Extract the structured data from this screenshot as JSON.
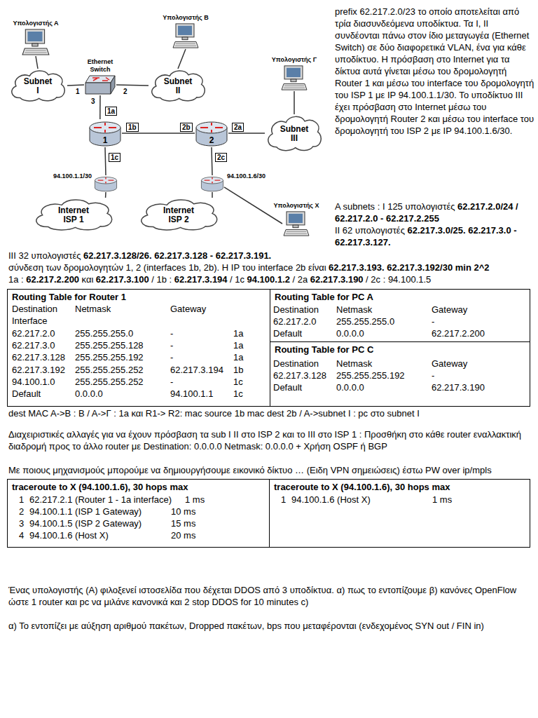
{
  "diagram": {
    "nodes": [
      {
        "text": [
          "Υπολογιστής Α"
        ]
      },
      {
        "text": [
          "Υπολογιστής Β"
        ]
      },
      {
        "text": [
          "Ethernet Switch"
        ]
      },
      {
        "text": [
          "Subnet I"
        ]
      },
      {
        "text": [
          "Subnet II"
        ]
      },
      {
        "text": [
          "Υπολογιστής Γ"
        ]
      },
      {
        "text": [
          "1"
        ]
      },
      {
        "text": [
          "2"
        ]
      },
      {
        "text": [
          "Subnet III"
        ]
      },
      {
        "text": [
          "94.100.1.1/30"
        ]
      },
      {
        "text": [
          "94.100.1.6/30"
        ]
      },
      {
        "text": [
          "Internet ISP 1"
        ]
      },
      {
        "text": [
          "Internet ISP 2"
        ]
      },
      {
        "text": [
          "Υπολογιστής Χ"
        ]
      },
      {
        "text": [
          "Routing Table for Router 1"
        ]
      },
      {
        "text": [
          "Routing Table for PC A"
        ]
      },
      {
        "text": [
          "Routing Table for PC C"
        ]
      },
      {
        "text": [
          "traceroute to X (94.100.1.6), 30 hops max"
        ]
      },
      {
        "text": [
          "traceroute to X (94.100.1.6), 30 hops max"
        ]
      }
    ],
    "edges": [
      {
        "from": 0,
        "to": 3,
        "arrow": "none"
      },
      {
        "from": 1,
        "to": 4,
        "arrow": "none"
      },
      {
        "from": 5,
        "to": 8,
        "arrow": "none"
      },
      {
        "from": 3,
        "to": 2,
        "arrow": "none"
      },
      {
        "from": 2,
        "to": 4,
        "arrow": "none"
      },
      {
        "from": 2,
        "to": 6,
        "arrow": "none"
      },
      {
        "from": 6,
        "to": 7,
        "arrow": "none"
      },
      {
        "from": 7,
        "to": 8,
        "arrow": "none"
      },
      {
        "from": 6,
        "to": 9,
        "arrow": "none"
      },
      {
        "from": 7,
        "to": 10,
        "arrow": "none"
      },
      {
        "from": 9,
        "to": 11,
        "arrow": "none"
      },
      {
        "from": 10,
        "to": 12,
        "arrow": "none"
      },
      {
        "from": 10,
        "to": 13,
        "arrow": "none"
      }
    ],
    "labels": [
      "1",
      "2",
      "3",
      "1a",
      "1b",
      "1c",
      "2b",
      "2a",
      "2c",
      "prefix 62.217.2.0/23 το οποίο αποτελείται από τρία διασυνδεόμενα υποδίκτυα. Τα I, II συνδέονται πάνω στον ίδιο μεταγωγέα (Ethernet Switch) σε δύο διαφορετικά VLAN, ένα για κάθε υποδίκτυο. Η πρόσβαση στο Internet για τα δίκτυα αυτά γίνεται μέσω του δρομολογητή",
      "Router 1 και μέσω του interface του δρομολογητή του ISP 1 με IP 94.100.1.1/30. Το υποδίκτυο III έχει πρόσβαση στο Internet μέσω του δρομολογητή Router 2 και μέσω του interface του δρομολογητή του ISP 2 με IP 94.100.1.6/30.",
      "A subnets : I 125 υπολογιστές",
      "62.217.2.0/24 / 62.217.2.0 - 62.217.2.255",
      "II 62 υπολογιστές",
      "62.217.3.0/25. 62.217.3.0 - 62.217.3.127.",
      "III 32 υπολογιστές",
      "62.217.3.128/26. 62.217.3.128 - 62.217.3.191.",
      "σύνδεση των δρομολογητών 1, 2 (interfaces 1b, 2b). Η IP του interface 2b είναι",
      "62.217.3.193. 62.217.3.192/30 min 2^2",
      "1a :",
      "62.217.2.200",
      "και",
      "62.217.3.100",
      "/ 1b :",
      "62.217.3.194",
      "/ 1c",
      "94.100.1.2",
      "/ 2a",
      "62.217.3.190",
      "/ 2c : 94.100.1.5",
      "Destination",
      "Netmask",
      "Gateway",
      "Interface",
      "62.217.2.0",
      "255.255.255.0",
      "-",
      "1a",
      "62.217.3.0",
      "255.255.255.128",
      "-",
      "1a",
      "62.217.3.128",
      "255.255.255.192",
      "-",
      "1a",
      "62.217.3.192",
      "255.255.255.252",
      "62.217.3.194",
      "1b",
      "94.100.1.0",
      "255.255.255.252",
      "-",
      "1c",
      "Default",
      "0.0.0.0",
      "94.100.1.1",
      "1c",
      "Destination",
      "Netmask",
      "Gateway",
      "62.217.2.0",
      "255.255.255.0",
      "-",
      "Default",
      "0.0.0.0",
      "62.217.2.200",
      "Destination",
      "Netmask",
      "Gateway",
      "62.217.3.128",
      "255.255.255.192",
      "-",
      "Default",
      "0.0.0.0",
      "62.217.3.190",
      "dest MAC A->B : B / A->Γ : 1a και R1-> R2: mac source 1b mac dest 2b / A->subnet I : pc στο subnet I",
      "Διαχειριστικές αλλαγές για να έχουν πρόσβαση τα sub I II στο ISP 2 και το III στο ISP 1 : Προσθήκη στο κάθε router εναλλακτική διαδρομή προς το άλλο router με Destination: 0.0.0.0 Netmask: 0.0.0.0 + Χρήση OSPF ή BGP",
      "Με ποιους μηχανισμούς μπορούμε να δημιουργήσουμε εικονικό δίκτυο … (Ειδη VPN σημειώσεις) έστω PW over ip/mpls",
      "1",
      "62.217.2.1 (Router 1 - 1a interface)",
      "1 ms",
      "2",
      "94.100.1.1 (ISP 1 Gateway)",
      "10 ms",
      "3",
      "94.100.1.5 (ISP 2 Gateway)",
      "15 ms",
      "4",
      "94.100.1.6 (Host X)",
      "20 ms",
      "1",
      "94.100.1.6 (Host X)",
      "1 ms",
      "Ένας υπολογιστής (A) φιλοξενεί ιστοσελίδα που δέχεται DDOS από 3 υποδίκτυα. α) πως το εντοπίζουμε β) κανόνες OpenFlow ώστε 1 router και pc να μιλάνε κανονικά και 2 stop DDOS for 10 minutes c)",
      "α) Το εντοπίζει με αύξηση αριθμού πακέτων, Dropped πακέτων, bps που μεταφέρονται (ενδεχομένος SYN out / FIN in)"
    ]
  }
}
